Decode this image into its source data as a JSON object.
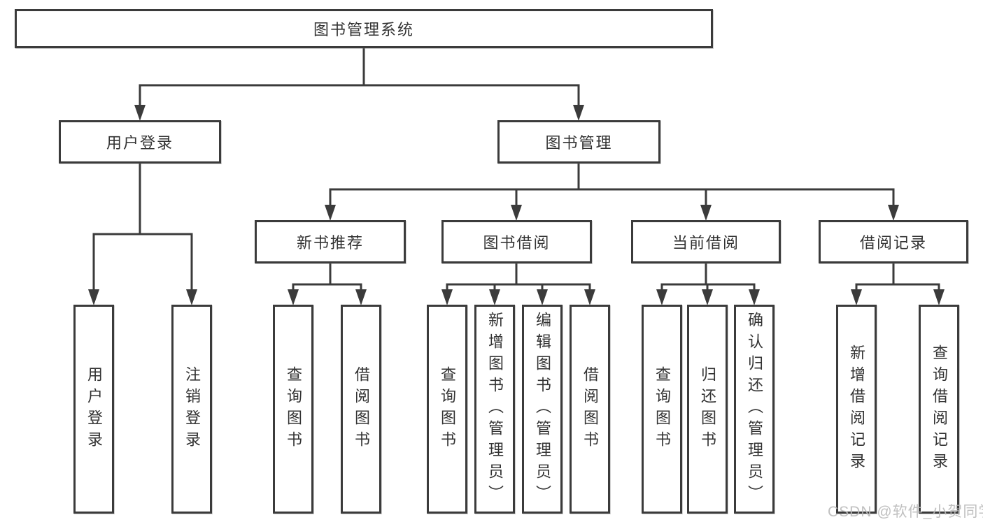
{
  "tree": {
    "root": "图书管理系统",
    "level2": {
      "user_login": "用户登录",
      "book_mgmt": "图书管理"
    },
    "level3": {
      "new_book": "新书推荐",
      "borrow": "图书借阅",
      "current": "当前借阅",
      "records": "借阅记录"
    },
    "leaves": {
      "user_login": [
        "用户登录",
        "注销登录"
      ],
      "new_book": [
        "查询图书",
        "借阅图书"
      ],
      "borrow": [
        "查询图书",
        "新增图书（管理员）",
        "编辑图书（管理员）",
        "借阅图书"
      ],
      "current": [
        "查询图书",
        "归还图书",
        "确认归还（管理员）"
      ],
      "records": [
        "新增借阅记录",
        "查询借阅记录"
      ]
    }
  },
  "watermark": "CSDN @软件_小贺同学",
  "colors": {
    "line": "#3b3b3b",
    "box_border": "#3b3b3b",
    "box_fill": "#ffffff",
    "text": "#333333",
    "watermark": "#b9b9b9"
  }
}
